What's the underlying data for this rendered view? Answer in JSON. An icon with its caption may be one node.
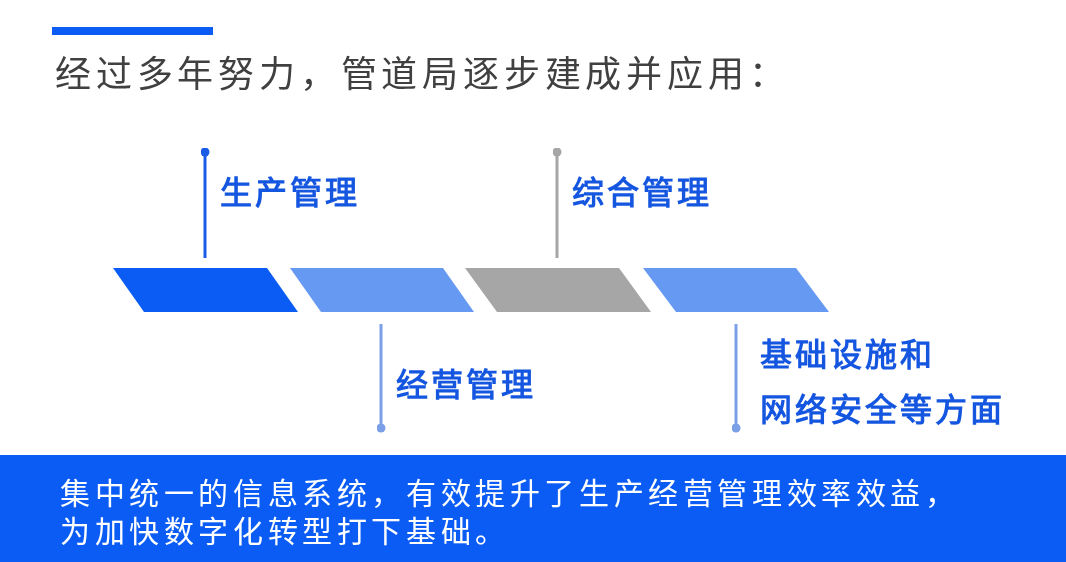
{
  "diagram": {
    "title": "经过多年努力，管道局逐步建成并应用：",
    "nodes": [
      {
        "text": [
          "生产管理"
        ]
      },
      {
        "text": [
          "综合管理"
        ]
      },
      {
        "text": [],
        "shape": "parallelogram"
      },
      {
        "text": [],
        "shape": "parallelogram"
      },
      {
        "text": [],
        "shape": "parallelogram"
      },
      {
        "text": [],
        "shape": "parallelogram"
      },
      {
        "text": [
          "经营管理"
        ]
      },
      {
        "text": [
          "基础设施和网络安全等方面"
        ]
      },
      {
        "text": [
          "集中统一的信息系统，有效提升了生产经营管理效率效益，为加快数字化转型打下基础。"
        ]
      }
    ],
    "edges": [
      {
        "from": 0,
        "to": 2,
        "arrow": "other",
        "color": "#1a5ce6"
      },
      {
        "from": 1,
        "to": 4,
        "arrow": "other",
        "color": "#a6a6a6"
      },
      {
        "from": 6,
        "to": 3,
        "arrow": "other",
        "color": "#7ba0e8"
      },
      {
        "from": 7,
        "to": 5,
        "arrow": "other",
        "color": "#7ba0e8"
      }
    ]
  }
}
